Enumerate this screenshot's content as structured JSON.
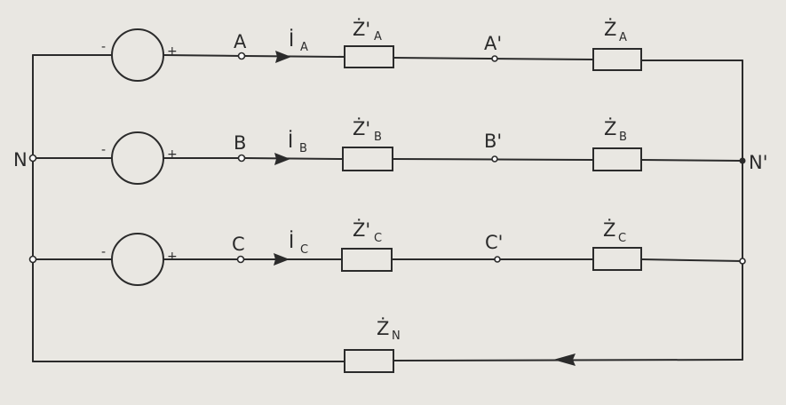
{
  "nodes": {
    "neutral_left": "N",
    "neutral_right": "N'"
  },
  "phases": [
    {
      "name": "A",
      "current": "İ",
      "current_sub": "A",
      "zline": "Ż'",
      "zline_sub": "A",
      "load_node": "A'",
      "zload": "Ż",
      "zload_sub": "A",
      "minus": "-",
      "plus": "+"
    },
    {
      "name": "B",
      "current": "İ",
      "current_sub": "B",
      "zline": "Ż'",
      "zline_sub": "B",
      "load_node": "B'",
      "zload": "Ż",
      "zload_sub": "B",
      "minus": "-",
      "plus": "+"
    },
    {
      "name": "C",
      "current": "İ",
      "current_sub": "C",
      "zline": "Ż'",
      "zline_sub": "C",
      "load_node": "C'",
      "zload": "Ż",
      "zload_sub": "C",
      "minus": "-",
      "plus": "+"
    }
  ],
  "neutral": {
    "z": "Ż",
    "z_sub": "N"
  }
}
